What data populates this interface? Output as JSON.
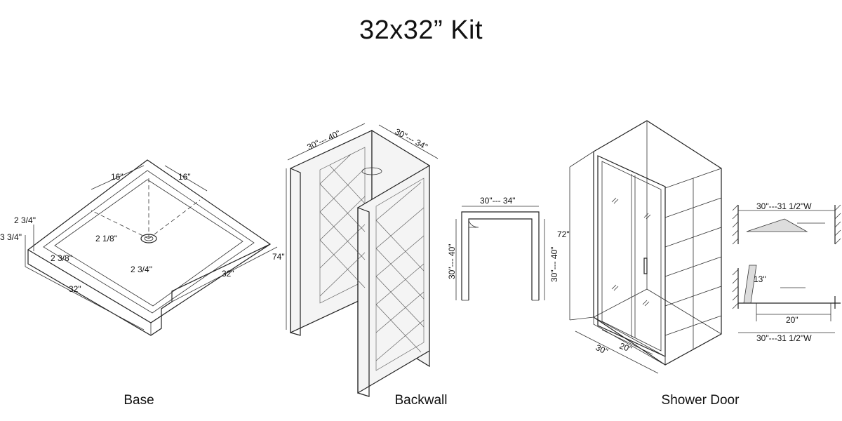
{
  "title": "32x32” Kit",
  "captions": {
    "base": "Base",
    "backwall": "Backwall",
    "door": "Shower Door"
  },
  "base": {
    "half_width_a": "16\"",
    "half_width_b": "16\"",
    "height_a": "2 3/4\"",
    "height_b": "3 3/4\"",
    "lip": "2 3/8\"",
    "drain_offset": "2 1/8\"",
    "front_lip": "2 3/4\"",
    "depth": "32\"",
    "width": "32\""
  },
  "backwall": {
    "left_range": "30\"--- 40\"",
    "right_range": "30\"--- 34\"",
    "height": "74\"",
    "plan_width": "30\"--- 34\"",
    "plan_left": "30\"--- 40\"",
    "plan_right": "30\"--- 40\""
  },
  "door": {
    "height": "72\"",
    "opening": "20\"",
    "width": "30\"",
    "plan_top_width": "30\"---31 1/2\"W",
    "panel_depth": "13\"",
    "swing": "20\"",
    "plan_bottom_width": "30\"---31 1/2\"W"
  }
}
